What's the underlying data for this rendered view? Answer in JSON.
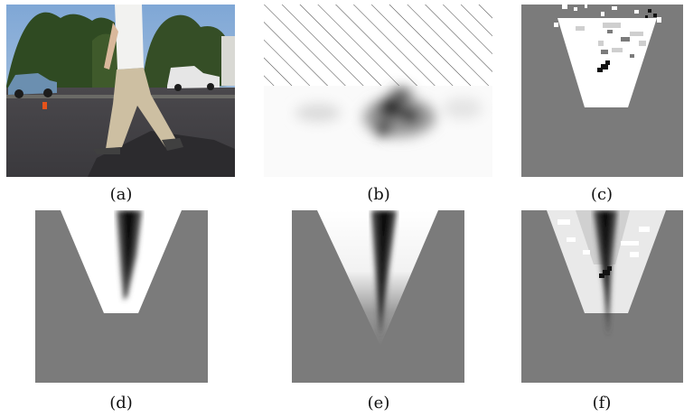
{
  "figure": {
    "panels": [
      {
        "id": "a",
        "caption": "(a)",
        "content": "photo-walking-person"
      },
      {
        "id": "b",
        "caption": "(b)",
        "content": "hatched-top-blurred-dark-blobs"
      },
      {
        "id": "c",
        "caption": "(c)",
        "content": "trapezoid-occupancy-grid"
      },
      {
        "id": "d",
        "caption": "(d)",
        "content": "trapezoid-with-dark-streak"
      },
      {
        "id": "e",
        "caption": "(e)",
        "content": "wedge-with-dark-streak"
      },
      {
        "id": "f",
        "caption": "(f)",
        "content": "fused-grid"
      }
    ],
    "colors": {
      "grid_gray": "#7b7b7b",
      "free_white": "#ffffff",
      "light_gray": "#d8d8d8",
      "dark": "#111111"
    }
  }
}
